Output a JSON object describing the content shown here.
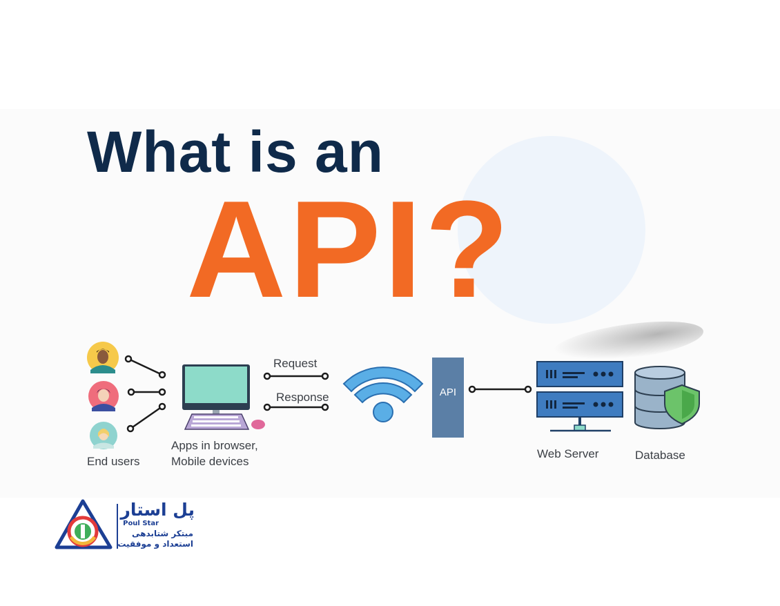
{
  "title": {
    "line1": "What is an",
    "line2": "API?"
  },
  "diagram": {
    "end_users_label": "End users",
    "apps_label_line1": "Apps in browser,",
    "apps_label_line2": "Mobile devices",
    "request_label": "Request",
    "response_label": "Response",
    "api_label": "API",
    "web_server_label": "Web Server",
    "database_label": "Database"
  },
  "logo": {
    "name_fa": "پل استار",
    "name_en": "Poul Star",
    "tagline_line1": "مبتکر شتابدهی",
    "tagline_line2": "استعداد و موفقیت"
  },
  "colors": {
    "navy": "#0f2a4a",
    "orange": "#f26a24",
    "wifi_blue": "#5aaee6",
    "api_bar": "#5b7fa6",
    "server_blue": "#3f7cc0",
    "logo_blue": "#1c3f94"
  }
}
